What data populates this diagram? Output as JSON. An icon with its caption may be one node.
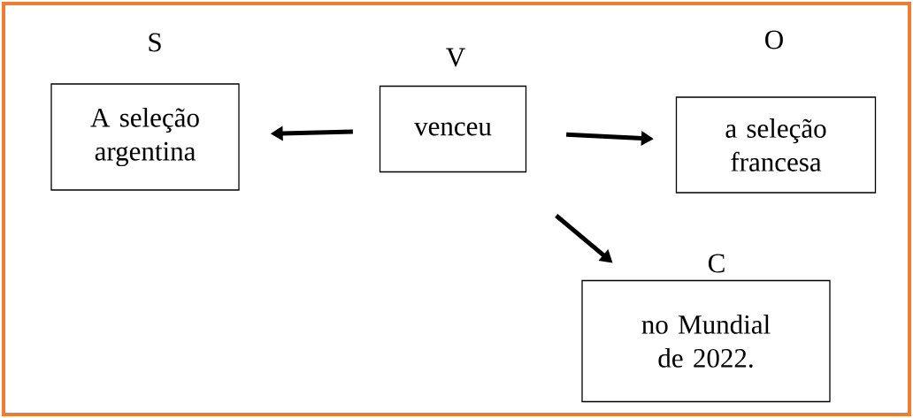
{
  "diagram": {
    "nodes": [
      {
        "text": [
          "S",
          "A seleção argentina"
        ]
      },
      {
        "text": [
          "V",
          "venceu"
        ]
      },
      {
        "text": [
          "O",
          "a seleção francesa"
        ]
      },
      {
        "text": [
          "C",
          "no Mundial de 2022."
        ]
      }
    ],
    "edges": [
      {
        "from": 1,
        "to": 0,
        "arrow": "to"
      },
      {
        "from": 1,
        "to": 2,
        "arrow": "to"
      },
      {
        "from": 1,
        "to": 3,
        "arrow": "to"
      }
    ]
  }
}
